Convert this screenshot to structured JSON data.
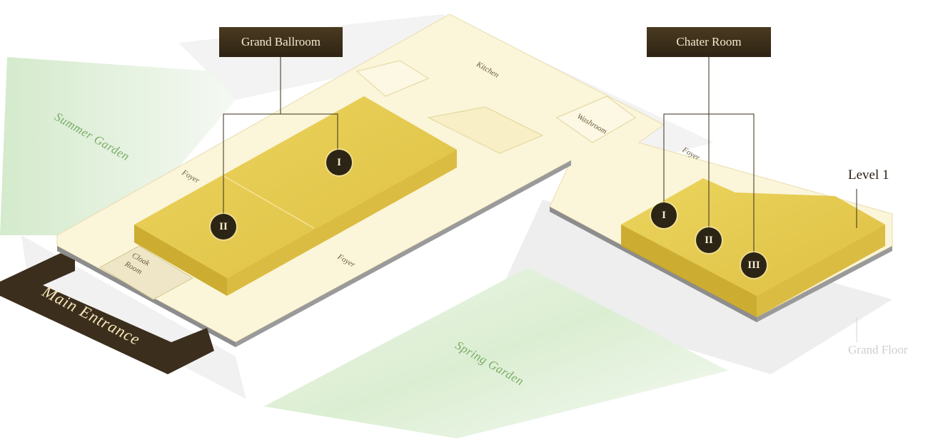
{
  "callouts": {
    "grand_ballroom": "Grand Ballroom",
    "chater_room": "Chater Room"
  },
  "rooms": {
    "kitchen": "Kitchen",
    "washroom": "Washroom",
    "foyer": "Foyer",
    "cloak_room_line1": "Cloak",
    "cloak_room_line2": "Room"
  },
  "gardens": {
    "summer": "Summer Garden",
    "spring": "Spring Garden"
  },
  "levels": {
    "level1": "Level 1",
    "ground": "Grand Floor"
  },
  "entrance": "Main Entrance",
  "ballroom_sections": [
    "I",
    "II"
  ],
  "chater_sections": [
    "I",
    "II",
    "III"
  ],
  "colors": {
    "floor": "#fbf5d9",
    "room_gold": "#e2c23a",
    "callout_bg": "#3a2e1a",
    "garden_green": "#7cab67",
    "entrance_arrow": "#3b2e1d"
  }
}
